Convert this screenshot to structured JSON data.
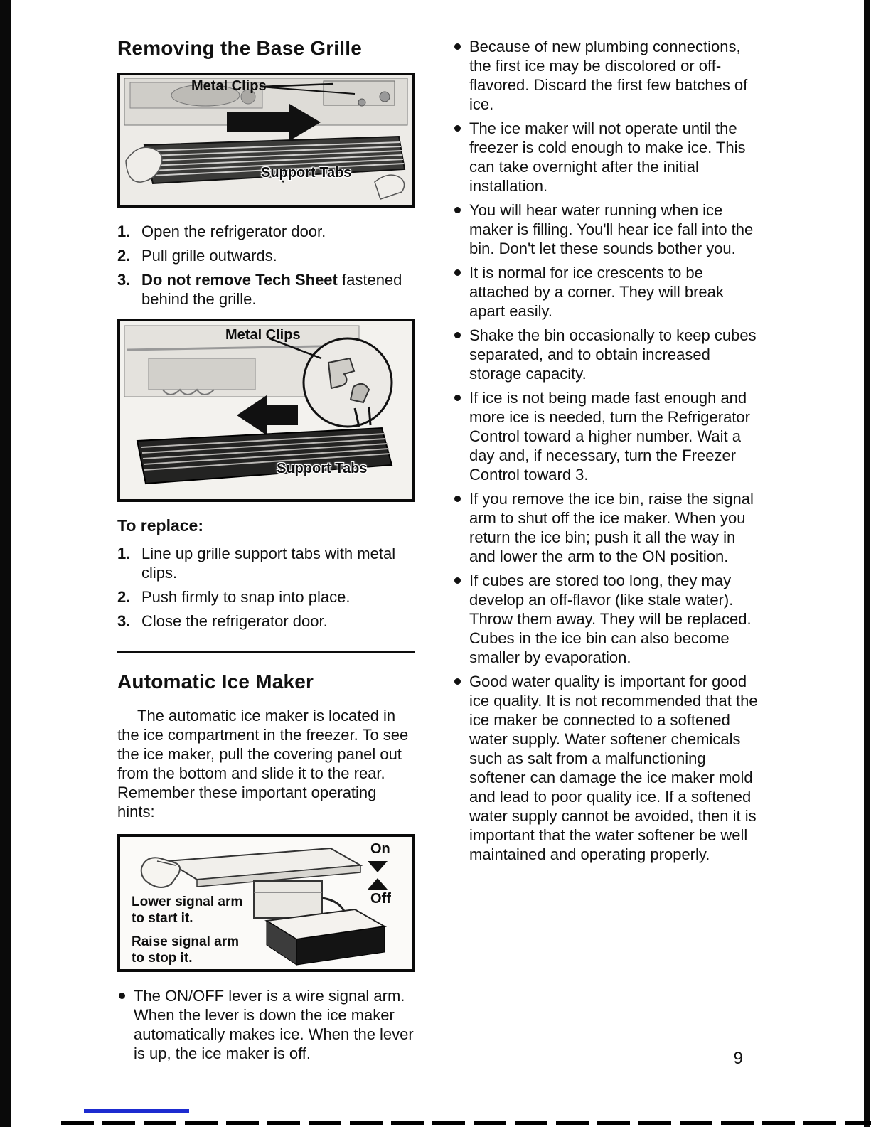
{
  "page": {
    "number": "9"
  },
  "left": {
    "removing": {
      "title": "Removing the Base Grille",
      "fig1": {
        "metal_clips": "Metal Clips",
        "support_tabs": "Support Tabs"
      },
      "steps": [
        {
          "num": "1.",
          "text": "Open the refrigerator door."
        },
        {
          "num": "2.",
          "text": "Pull grille outwards."
        },
        {
          "num": "3.",
          "bold": "Do not remove Tech Sheet",
          "rest": "fastened behind the grille."
        }
      ],
      "fig2": {
        "metal_clips": "Metal Clips",
        "support_tabs": "Support Tabs"
      },
      "replace_title": "To replace:",
      "replace_steps": [
        {
          "num": "1.",
          "text": "Line up grille support tabs with metal clips."
        },
        {
          "num": "2.",
          "text": "Push firmly to snap into place."
        },
        {
          "num": "3.",
          "text": "Close the refrigerator door."
        }
      ]
    },
    "icemaker": {
      "title": "Automatic Ice Maker",
      "intro": "The automatic ice maker is located in the ice compartment in the freezer. To see the ice maker, pull the covering panel out from the bottom and slide it to the rear. Remember these important operating hints:",
      "fig3": {
        "on": "On",
        "off": "Off",
        "lower": "Lower signal arm to start it.",
        "raise": "Raise signal arm to stop it."
      },
      "bullet": "The ON/OFF lever is a wire signal arm. When the lever is down the ice maker automatically makes ice. When the lever is up, the ice maker is off."
    }
  },
  "right": {
    "bullets": [
      "Because of new plumbing connections, the first ice may be discolored or off-flavored. Discard the first few batches of ice.",
      "The ice maker will not operate until the freezer is cold enough to make ice. This can take overnight after the initial installation.",
      "You will hear water running when ice maker is filling. You'll hear ice fall into the bin. Don't let these sounds bother you.",
      "It is normal for ice crescents to be attached by a corner. They will break apart easily.",
      "Shake the bin occasionally to keep cubes separated, and to obtain increased storage capacity.",
      "If ice is not being made fast enough and more ice is needed, turn the Refrigerator Control toward a higher number. Wait a day and, if necessary, turn the Freezer Control toward 3.",
      "If you remove the ice bin, raise the signal arm to shut off the ice maker. When you return the ice bin; push it all the way in and lower the arm to the ON position.",
      "If cubes are stored too long, they may develop an off-flavor (like stale water). Throw them away. They will be replaced. Cubes in the ice bin can also become smaller by evaporation.",
      "Good water quality is important for good ice quality. It is not recommended that the ice maker be connected to a softened water supply. Water softener chemicals such as salt from a malfunctioning softener can damage the ice maker mold and lead to poor quality ice. If a softened water supply cannot be avoided, then it is important that the water softener be well maintained and operating properly."
    ]
  }
}
